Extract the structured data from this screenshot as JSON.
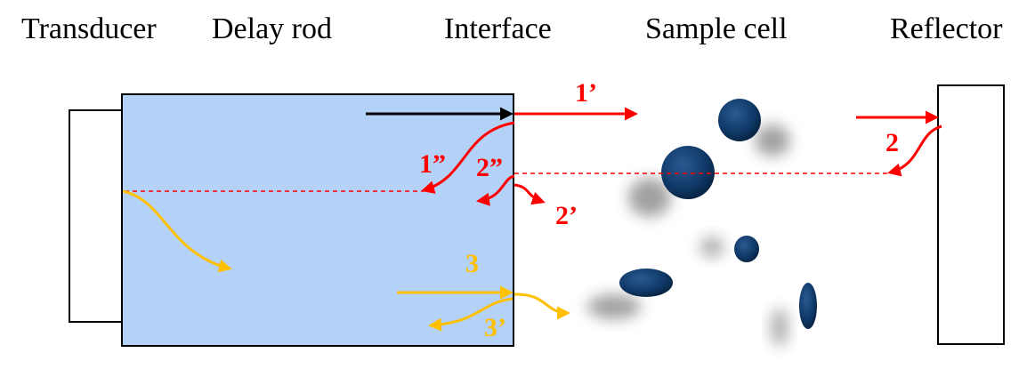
{
  "headers": {
    "transducer": "Transducer",
    "delay_rod": "Delay rod",
    "interface": "Interface",
    "sample_cell": "Sample cell",
    "reflector": "Reflector"
  },
  "labels": {
    "l1p": "1’",
    "l1pp": "1”",
    "l2": "2",
    "l2p": "2’",
    "l2pp": "2”",
    "l3": "3",
    "l3p": "3’"
  },
  "colors": {
    "red": "#ff0000",
    "orange": "#ffc000",
    "rod_fill": "#b4d2f8",
    "particle": "#0f3866",
    "black": "#000000"
  }
}
